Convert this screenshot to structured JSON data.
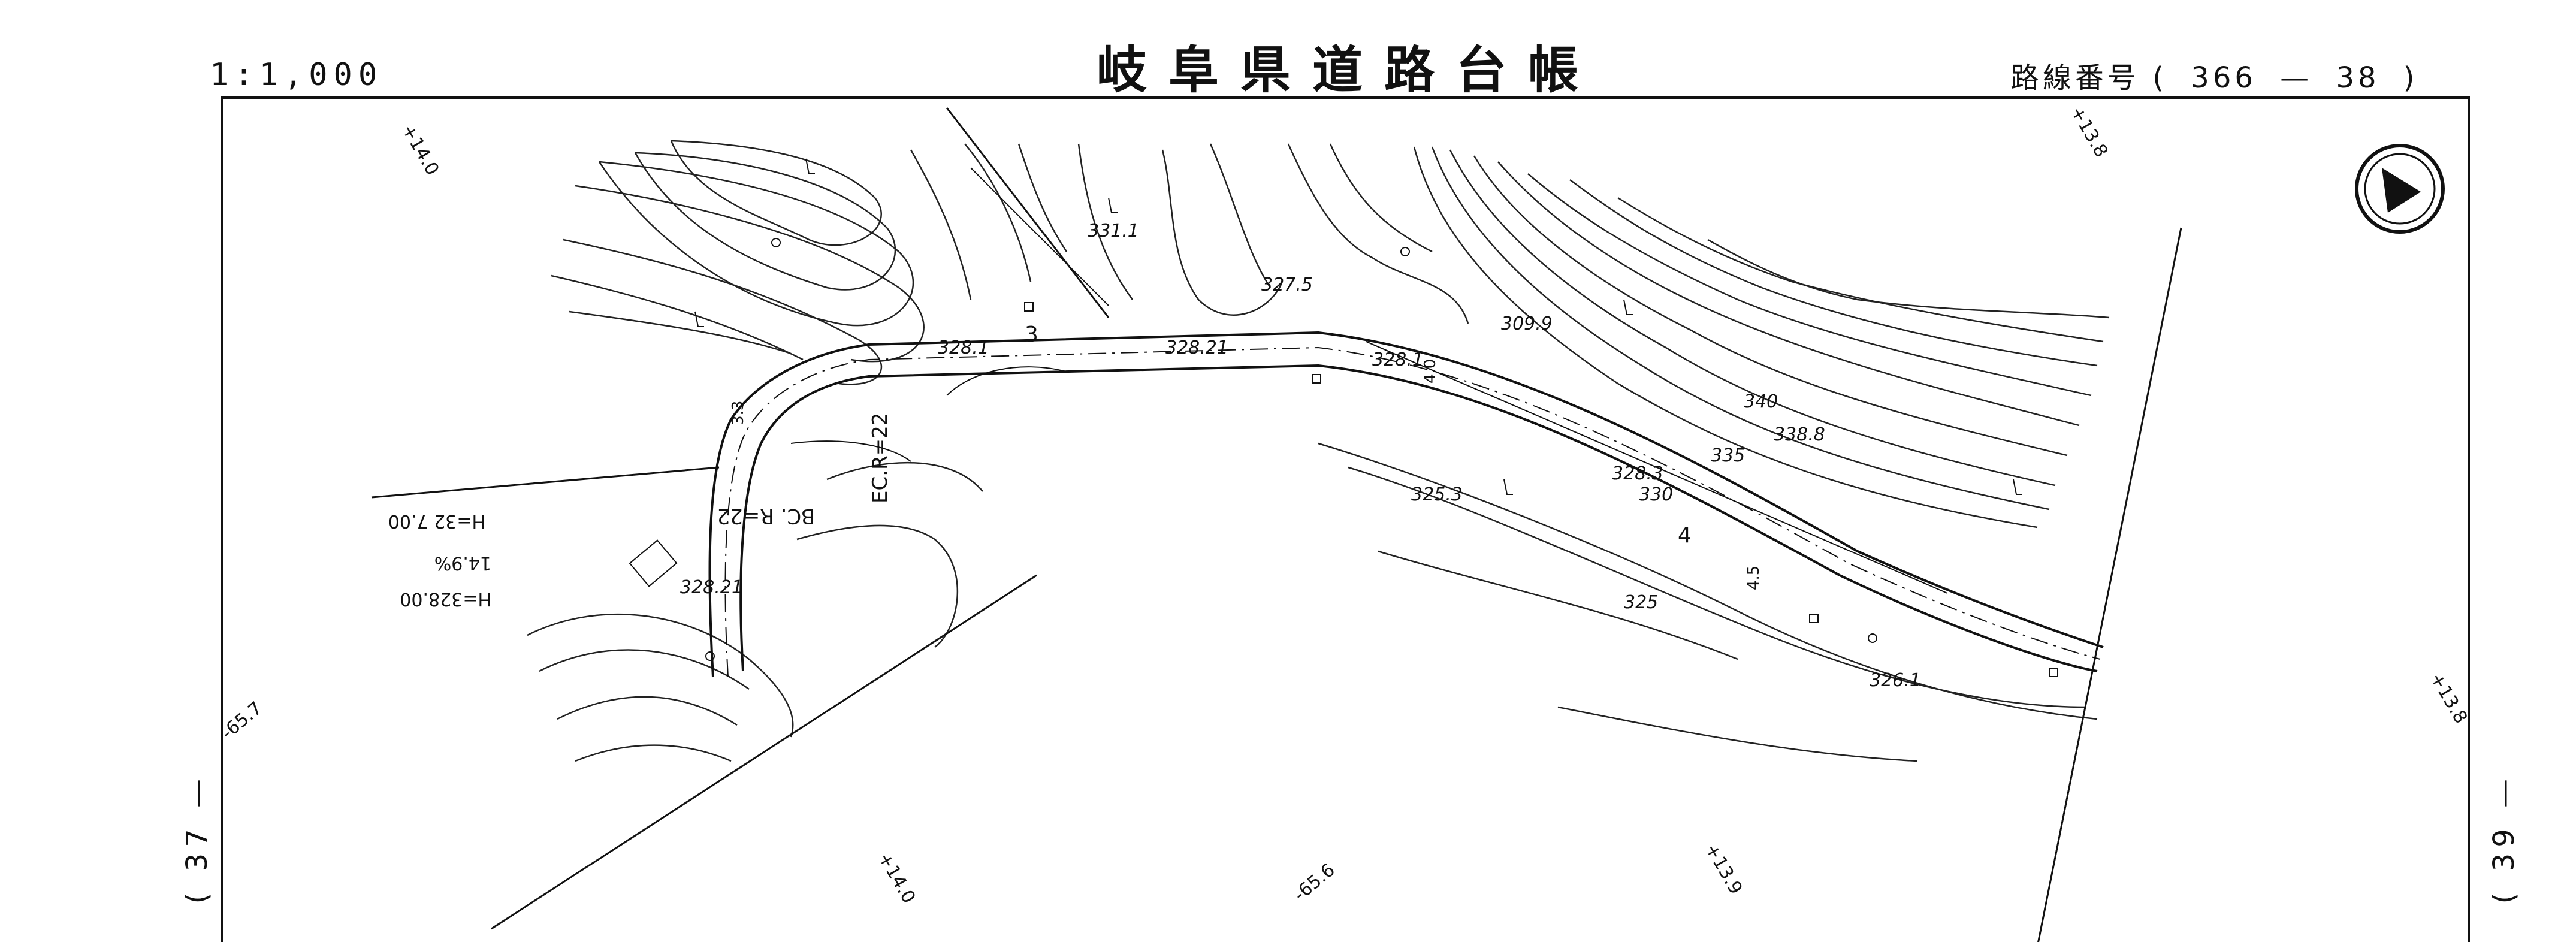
{
  "header": {
    "scale": "1:1,000",
    "title": "岐阜県道路台帳",
    "route_label": "路線番号",
    "route_open": "(",
    "route_number": "366",
    "route_dash": "—",
    "sheet_number": "38",
    "route_close": ")"
  },
  "sheet_links": {
    "left": "( 37 —",
    "right": "( 39 —"
  },
  "grid_ticks": {
    "top_left": "+14.0",
    "top_right": "+13.8",
    "left": "-65.7",
    "right": "+13.8",
    "bottom_1": "+14.0",
    "bottom_2": "-65.6",
    "bottom_3": "+13.9"
  },
  "elevations": [
    "331.1",
    "327.5",
    "328.1",
    "328.21",
    "328.1",
    "309.9",
    "340",
    "338.8",
    "335",
    "330",
    "328.3",
    "325.3",
    "325",
    "326.1",
    "328.21"
  ],
  "station_numbers": [
    "3",
    "4"
  ],
  "curve": {
    "radius_label": "EC.R=22",
    "bc_label": "BC. R=22"
  },
  "profile": {
    "height_1": "H=32 7.00",
    "grade": "14.9%",
    "height_2": "H=328.00"
  },
  "widths": [
    "3.3",
    "4.0",
    "4.5"
  ],
  "map_icons": [
    "north-arrow-icon",
    "wasteland-symbol-icon",
    "deciduous-tree-icon",
    "manhole-icon"
  ]
}
